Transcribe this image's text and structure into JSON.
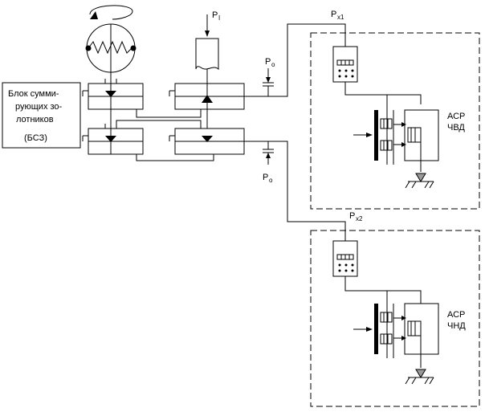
{
  "labels": {
    "bsz_line1": "Блок сумми-",
    "bsz_line2": "рующих зо-",
    "bsz_line3": "лотников",
    "bsz_line4": "(БСЗ)",
    "p_main": "P",
    "p_main_sub": "I",
    "p0_top": "P",
    "p0_top_sub": "o",
    "p0_bottom": "P",
    "p0_bottom_sub": "o",
    "px1": "P",
    "px1_sub": "x1",
    "px2": "P",
    "px2_sub": "x2",
    "asr_hp_line1": "АСР",
    "asr_hp_line2": "ЧВД",
    "asr_lp_line1": "АСР",
    "asr_lp_line2": "ЧНД"
  }
}
